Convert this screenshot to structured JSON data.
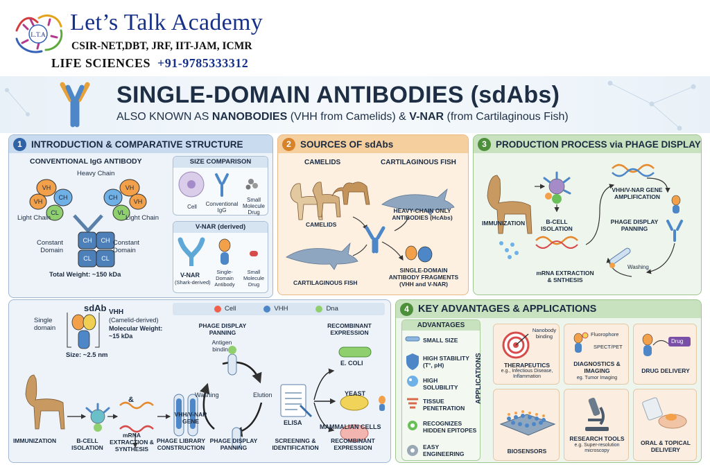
{
  "logo": {
    "title": "Let’s Talk Academy",
    "subtitle": "CSIR-NET,DBT, JRF, IIT-JAM, ICMR",
    "line3": "LIFE SCIENCES",
    "phone": "+91-9785333312",
    "mark_text": "L.T.A"
  },
  "title": {
    "main": "SINGLE-DOMAIN ANTIBODIES (sdAbs)",
    "sub_prefix": "ALSO KNOWN AS ",
    "sub_bold1": "NANOBODIES",
    "sub_mid": " (VHH from Camelids) & ",
    "sub_bold2": "V-NAR",
    "sub_suffix": " (from Cartilaginous Fish)"
  },
  "panel1": {
    "number": "1",
    "heading": "INTRODUCTION & COMPARATIVE STRUCTURE",
    "igg_title": "CONVENTIONAL IgG ANTIBODY",
    "heavy_chain": "Heavy Chain",
    "light_chain_left": "Light Chain",
    "light_chain_right": "Light Chain",
    "constant_domain_left": "Constant\nDomain",
    "constant_domain_right": "Constant\nDomain",
    "total_weight": "Total Weight: ~150 kDa",
    "domains": {
      "vh": "VH",
      "vl": "VL",
      "ch": "CH",
      "cl": "CL"
    },
    "size_comparison": {
      "heading": "SIZE COMPARISON",
      "cell": "Cell",
      "igg": "Conventional\nIgG",
      "drug": "Small\nMolecule\nDrug"
    },
    "vnar": {
      "heading": "V-NAR (derived)",
      "vnar_label": "V-NAR",
      "vnar_sub": "(Shark-derived)",
      "sdab": "Single-\nDomain\nAntibody",
      "drug": "Small\nMolecule\nDrug"
    },
    "sdab": {
      "title": "sdAb",
      "single_domain": "Single\ndomain",
      "vhh": "VHH",
      "vhh_sub": "(Camelid-derived)",
      "mw_label": "Molecular Weight:",
      "mw_value": "~15 kDa",
      "size": "Size: ~2.5 nm"
    }
  },
  "panel2": {
    "number": "2",
    "heading": "SOURCES OF sdAbs",
    "camelids_head": "CAMELIDS",
    "fish_head": "CARTILAGINOUS FISH",
    "hcabs": "HEAVY-CHAIN ONLY\nANTIBODIES (HcAbs)",
    "camelids_label": "CAMELIDS",
    "fish_label": "CARTILAGINOUS FISH",
    "fragments": "SINGLE-DOMAIN\nANTIBODY FRAGMENTS\n(VHH and V-NAR)"
  },
  "panel3": {
    "number": "3",
    "heading": "PRODUCTION PROCESS via PHAGE DISPLAY",
    "immunization": "IMMUNIZATION",
    "bcell": "B-CELL\nISOLATION",
    "amplification": "VHH/V-NAR GENE\nAMPLIFICATION",
    "panning": "PHAGE DISPLAY\nPANNING",
    "washing": "Washing",
    "mrna": "mRNA EXTRACTION\n& SNTHESIS"
  },
  "workflow": {
    "legend": [
      {
        "label": "Cell",
        "color": "#f0604a"
      },
      {
        "label": "VHH",
        "color": "#4d87c7"
      },
      {
        "label": "Dna",
        "color": "#8fcf6e"
      }
    ],
    "phage_panning_top": "PHAGE DISPLAY\nPANNING",
    "antigen_binding": "Antigen\nbinding",
    "recombinant_top": "RECOMBINANT\nEXPRESSION",
    "ecoli": "E. COLI",
    "yeast": "YEAST",
    "mammalian": "MAMMALIAN CELLS",
    "washing": "Washing",
    "elution": "Elution",
    "elisa": "ELISA",
    "gene": "VHH/V-NAR\nGENE",
    "amp": "&",
    "steps": {
      "immunization": "IMMUNIZATION",
      "bcell": "B-CELL\nISOLATION",
      "mrna": "mRNA\nEXTRACTION &\nSYNTHESIS",
      "library": "PHAGE LIBRARY\nCONSTRUCTION",
      "panning": "PHAGE DISPLAY\nPANNING",
      "screening": "SCREENING &\nIDENTIFICATION",
      "expression": "RECOMBINANT\nEXPRESSION"
    }
  },
  "panel4": {
    "number": "4",
    "heading": "KEY ADVANTAGES & APPLICATIONS",
    "advantages_head": "ADVANTAGES",
    "advantages": [
      "SMALL SIZE",
      "HIGH STABILITY\n(T°, pH)",
      "HIGH\nSOLUBILITY",
      "TISSUE\nPENETRATION",
      "RECOGNIZES\nHIDDEN EPITOPES",
      "EASY\nENGINEERING"
    ],
    "applications_label": "APPLICATIONS",
    "therapeutics": "THERAPEUTICS",
    "therapeutics_sub": "e.g., Infectious Disease,\nInflammation",
    "nanobody_binding": "Nanobody\nbinding",
    "diagnostics": "DIAGNOSTICS &\nIMAGING",
    "diagnostics_sub": "eg. Tumor Imaging",
    "fluorophore": "Fluorophore",
    "spect": "SPECT/PET",
    "drug_delivery": "DRUG DELIVERY",
    "drug": "Drug",
    "biosensors": "BIOSENSORS",
    "research": "RESEARCH TOOLS",
    "research_sub": "e.g. Super-resolution\nmicroscopy",
    "oral": "ORAL & TOPICAL\nDELIVERY"
  }
}
